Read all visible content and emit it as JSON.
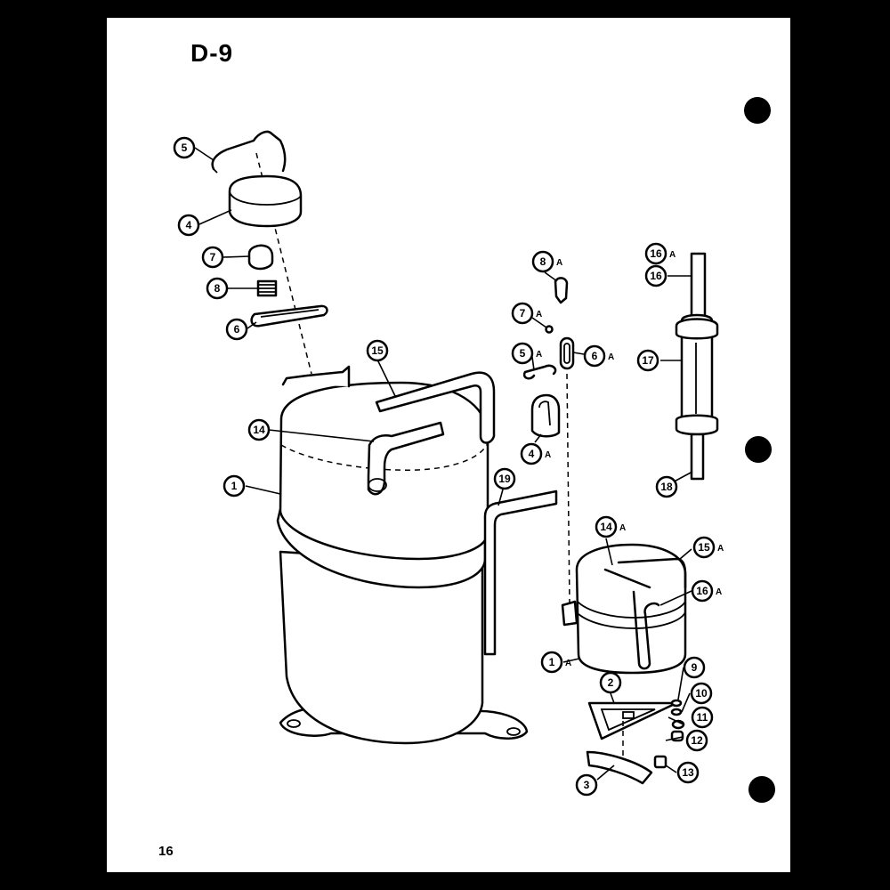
{
  "page": {
    "title": "D-9",
    "number": "16"
  },
  "callouts": [
    {
      "key": "c5",
      "num": "5",
      "suf": ""
    },
    {
      "key": "c4",
      "num": "4",
      "suf": ""
    },
    {
      "key": "c7",
      "num": "7",
      "suf": ""
    },
    {
      "key": "c8",
      "num": "8",
      "suf": ""
    },
    {
      "key": "c6",
      "num": "6",
      "suf": ""
    },
    {
      "key": "c15",
      "num": "15",
      "suf": ""
    },
    {
      "key": "c14",
      "num": "14",
      "suf": ""
    },
    {
      "key": "c1",
      "num": "1",
      "suf": ""
    },
    {
      "key": "c19",
      "num": "19",
      "suf": ""
    },
    {
      "key": "c8a",
      "num": "8",
      "suf": "A"
    },
    {
      "key": "c7a",
      "num": "7",
      "suf": "A"
    },
    {
      "key": "c5a",
      "num": "5",
      "suf": "A"
    },
    {
      "key": "c6a",
      "num": "6",
      "suf": "A"
    },
    {
      "key": "c4a",
      "num": "4",
      "suf": "A"
    },
    {
      "key": "c16a",
      "num": "16",
      "suf": "A"
    },
    {
      "key": "c16",
      "num": "16",
      "suf": ""
    },
    {
      "key": "c17",
      "num": "17",
      "suf": ""
    },
    {
      "key": "c18",
      "num": "18",
      "suf": ""
    },
    {
      "key": "c14a",
      "num": "14",
      "suf": "A"
    },
    {
      "key": "c15a",
      "num": "15",
      "suf": "A"
    },
    {
      "key": "c16a2",
      "num": "16",
      "suf": "A"
    },
    {
      "key": "c1a",
      "num": "1",
      "suf": "A"
    },
    {
      "key": "c2",
      "num": "2",
      "suf": ""
    },
    {
      "key": "c9",
      "num": "9",
      "suf": ""
    },
    {
      "key": "c10",
      "num": "10",
      "suf": ""
    },
    {
      "key": "c11",
      "num": "11",
      "suf": ""
    },
    {
      "key": "c12",
      "num": "12",
      "suf": ""
    },
    {
      "key": "c13",
      "num": "13",
      "suf": ""
    },
    {
      "key": "c3",
      "num": "3",
      "suf": ""
    }
  ]
}
